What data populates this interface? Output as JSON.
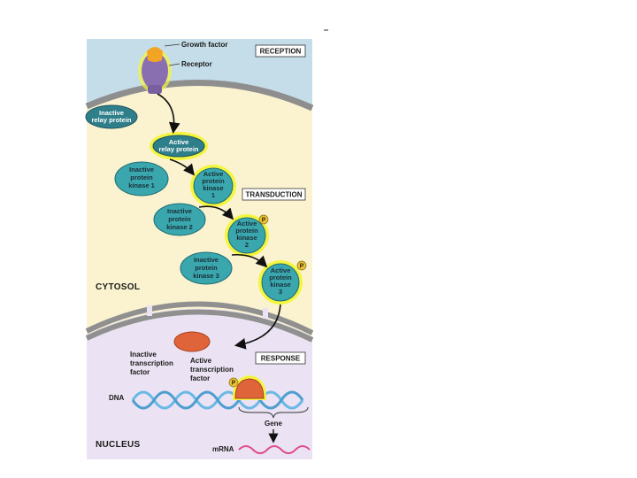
{
  "labels": {
    "growth_factor": "Growth factor",
    "receptor": "Receptor",
    "reception": "RECEPTION",
    "transduction": "TRANSDUCTION",
    "response": "RESPONSE",
    "cytosol": "CYTOSOL",
    "nucleus": "NUCLEUS",
    "dna": "DNA",
    "mrna": "mRNA",
    "gene": "Gene"
  },
  "relay": {
    "inactive": [
      "Inactive",
      "relay protein"
    ],
    "active": [
      "Active",
      "relay protein"
    ]
  },
  "kinases": [
    {
      "inactive": [
        "Inactive",
        "protein",
        "kinase 1"
      ],
      "active": [
        "Active",
        "protein",
        "kinase",
        "1"
      ]
    },
    {
      "inactive": [
        "Inactive",
        "protein",
        "kinase 2"
      ],
      "active": [
        "Active",
        "protein",
        "kinase",
        "2"
      ]
    },
    {
      "inactive": [
        "Inactive",
        "protein",
        "kinase 3"
      ],
      "active": [
        "Active",
        "protein",
        "kinase",
        "3"
      ]
    }
  ],
  "transcription": {
    "inactive": [
      "Inactive",
      "transcription",
      "factor"
    ],
    "active": [
      "Active",
      "transcription",
      "factor"
    ]
  },
  "phosphate": "P",
  "colors": {
    "cytoplasm": "#fbf3cf",
    "outside": "#c5dde8",
    "membrane": "#8e8e8e",
    "nucleus": "#ebe3f3",
    "kinase": "#3aa6ad",
    "relay": "#2e7f8a",
    "glow": "#f0f23a",
    "receptor": "#8a6fb0",
    "growth_factor": "#f2a524",
    "transcription_factor": "#e0643a",
    "dna": "#6ab8e6",
    "mrna": "#e04c8a"
  }
}
